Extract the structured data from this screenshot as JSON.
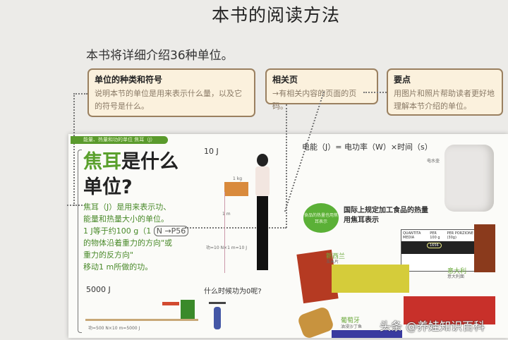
{
  "title": "本书的阅读方法",
  "intro": "本书将详细介绍36种单位。",
  "callouts": [
    {
      "heading": "单位的种类和符号",
      "text": "说明本节的单位是用来表示什么量，以及它的符号是什么。"
    },
    {
      "heading": "相关页",
      "text": "→有相关内容的页面的页码。"
    },
    {
      "heading": "要点",
      "text": "用图片和照片帮助读者更好地理解本节介绍的单位。"
    }
  ],
  "book": {
    "section_tag": "能量、热量和功的单位  焦耳（J）",
    "heading_green": "焦耳",
    "heading_rest": "是什么",
    "heading_line2": "单位?",
    "desc_lines": [
      "焦耳（J）是用来表示功、",
      "能量和热量大小的单位。"
    ],
    "desc_line3_pre": "1 J等于约100 g（1",
    "ref": "N →P56",
    "desc_lines_after": [
      "的物体沿着重力的方向\"或",
      "重力的反方向\"",
      "移动1 m所做的功。"
    ],
    "example1": {
      "value": "10 J",
      "box_label": "1 kg",
      "height": "1 m",
      "formula": "功=10 N×1 m=10 J"
    },
    "formula_electric": "电能（J）= 电功率（W）×时间（s）",
    "kettle_label": "电水壶",
    "green_ball": "食品的热量也用焦耳表示",
    "food_heading": "国际上规定加工食品的热量用焦耳表示",
    "label_table": {
      "headers": [
        "QUANTITA MEDIA",
        "PER 100 g",
        "PER PORZIONE (30g)"
      ],
      "highlight": "1656"
    },
    "products": [
      {
        "country": "新西兰",
        "name": "玉米片"
      },
      {
        "country": "意大利",
        "name": "意大利面"
      },
      {
        "country": "葡萄牙",
        "name": "油浸沙丁鱼"
      }
    ],
    "example2": {
      "value": "5000 J",
      "formula": "功=500 N×10 m=5000 J"
    },
    "zero_work": "什么时候功为0呢?"
  },
  "watermark": "头条 @养娃知识百科"
}
